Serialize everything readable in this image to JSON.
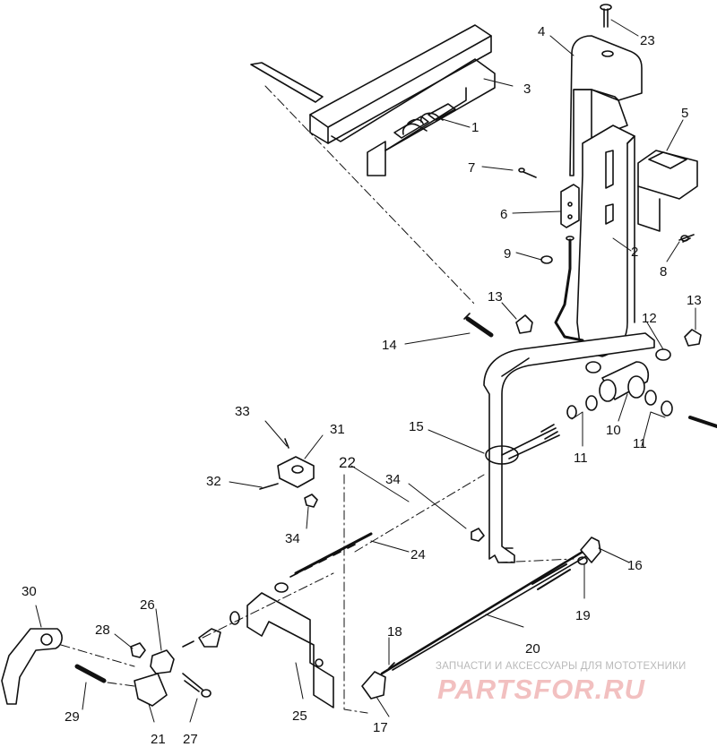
{
  "labels": {
    "n1": "1",
    "n2": "2",
    "n3": "3",
    "n4": "4",
    "n5": "5",
    "n6": "6",
    "n7": "7",
    "n8": "8",
    "n9": "9",
    "n10": "10",
    "n11a": "11",
    "n11b": "11",
    "n12": "12",
    "n13a": "13",
    "n13b": "13",
    "n14": "14",
    "n15": "15",
    "n16": "16",
    "n17": "17",
    "n18": "18",
    "n19": "19",
    "n20": "20",
    "n21": "21",
    "n22": "22",
    "n23": "23",
    "n24": "24",
    "n25": "25",
    "n26": "26",
    "n27": "27",
    "n28": "28",
    "n29": "29",
    "n30": "30",
    "n31": "31",
    "n32": "32",
    "n33": "33",
    "n34a": "34",
    "n34b": "34"
  },
  "watermark": {
    "caption": "ЗАПЧАСТИ И АКСЕССУАРЫ ДЛЯ МОТОТЕХНИКИ",
    "logo": "PARTSFOR.RU"
  }
}
